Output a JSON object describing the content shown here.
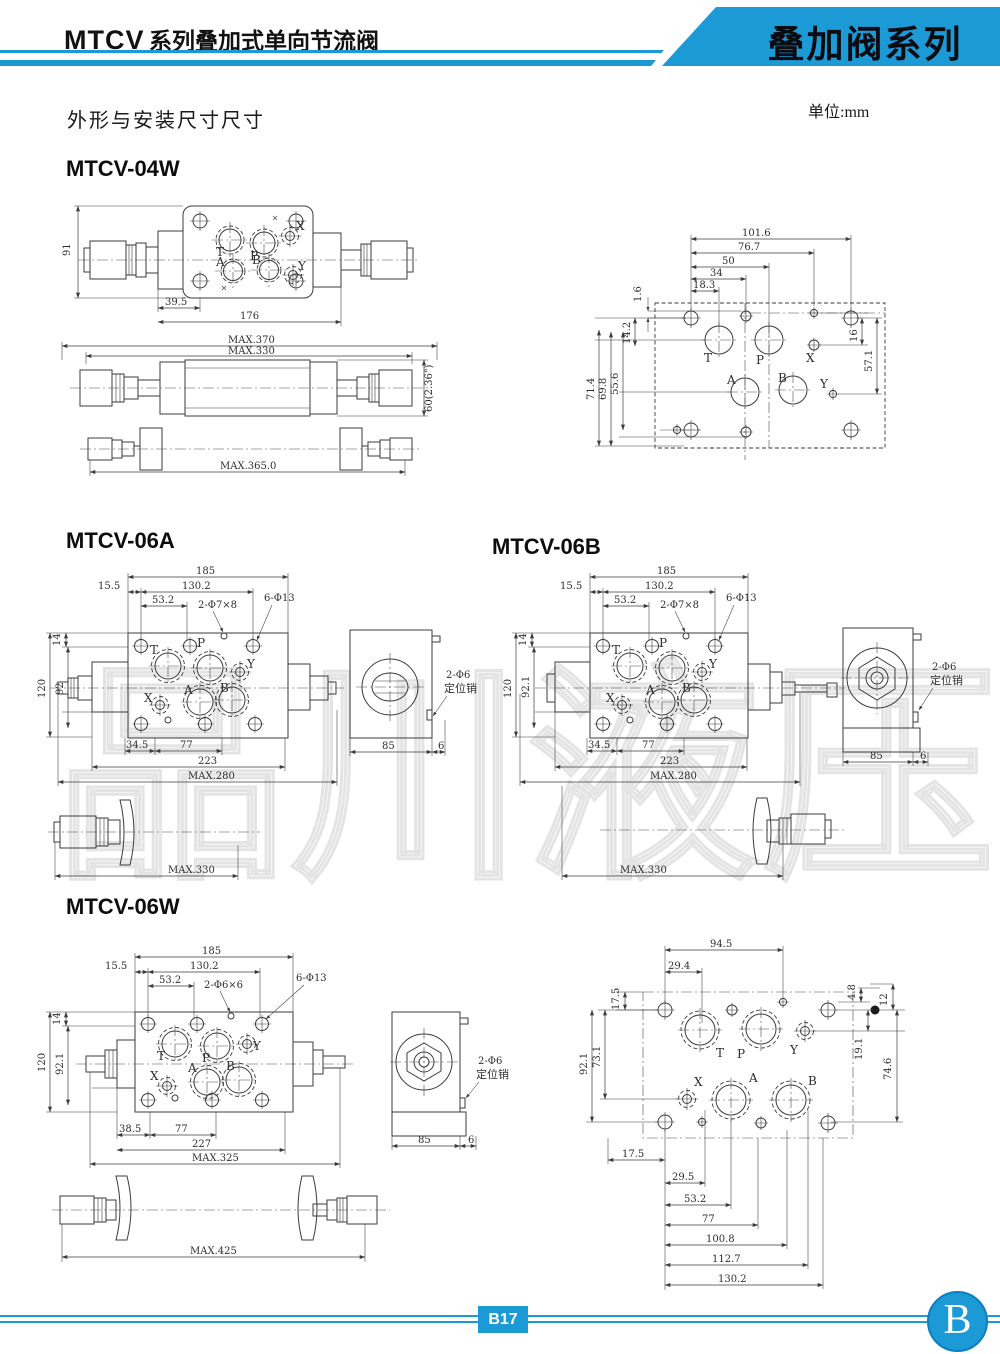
{
  "header": {
    "model": "MTCV",
    "title_suffix": "系列叠加式单向节流阀",
    "series_badge": "叠加阀系列",
    "subtitle": "外形与安装尺寸尺寸",
    "unit": "单位:mm"
  },
  "colors": {
    "accent": "#1b9ad6"
  },
  "watermark": "品川液压",
  "ports": {
    "t": "T",
    "p": "P",
    "a": "A",
    "b": "B",
    "x": "X",
    "y": "Y"
  },
  "s04w": {
    "title": "MTCV-04W",
    "top": {
      "h91": "91",
      "w395": "39.5",
      "w176": "176"
    },
    "side": {
      "max370": "MAX.370",
      "max330": "MAX.330",
      "h60": "60(2.36\")",
      "max365": "MAX.365.0"
    },
    "face": {
      "d1016": "101.6",
      "d767": "76.7",
      "d50": "50",
      "d34": "34",
      "d183": "18.3",
      "d16s": "1.6",
      "d714": "71.4",
      "d698": "69.8",
      "d556": "55.6",
      "d142": "14.2",
      "d16": "16",
      "d571": "57.1"
    }
  },
  "s06a": {
    "title": "MTCV-06A",
    "d185": "185",
    "d155": "15.5",
    "d1302": "130.2",
    "d532": "53.2",
    "dhole": "2-Φ7×8",
    "dbolt": "6-Φ13",
    "d14": "14",
    "d92": "92",
    "d120": "120",
    "d345": "34.5",
    "d77": "77",
    "d223": "223",
    "dmax": "MAX.280",
    "d85": "85",
    "d6": "6",
    "pin1": "2-Φ6",
    "pin2": "定位销",
    "kmax": "MAX.330"
  },
  "s06b": {
    "title": "MTCV-06B",
    "d185": "185",
    "d155": "15.5",
    "d1302": "130.2",
    "d532": "53.2",
    "dhole": "2-Φ7×8",
    "dbolt": "6-Φ13",
    "d14": "14",
    "d92": "92.1",
    "d120": "120",
    "d345": "34.5",
    "d77": "77",
    "d223": "223",
    "dmax": "MAX.280",
    "d85": "85",
    "d6": "6",
    "pin1": "2-Φ6",
    "pin2": "定位销",
    "kmax": "MAX.330"
  },
  "s06w": {
    "title": "MTCV-06W",
    "d185": "185",
    "d155": "15.5",
    "d1302": "130.2",
    "d532": "53.2",
    "dhole": "2-Φ6×6",
    "dbolt": "6-Φ13",
    "d14": "14",
    "d92": "92.1",
    "d120": "120",
    "d385": "38.5",
    "d77": "77",
    "d227": "227",
    "dmax": "MAX.325",
    "d85": "85",
    "d6": "6",
    "pin1": "2-Φ6",
    "pin2": "定位销",
    "kmax": "MAX.425"
  },
  "s06wface": {
    "d945": "94.5",
    "d294": "29.4",
    "d175l": "17.5",
    "d731": "73.1",
    "d921": "92.1",
    "d48": "4.8",
    "d12": "12",
    "d191": "19.1",
    "d746": "74.6",
    "d175b": "17.5",
    "d295": "29.5",
    "d532": "53.2",
    "d77": "77",
    "d1008": "100.8",
    "d1127": "112.7",
    "d1302": "130.2"
  },
  "footer": {
    "page": "B17",
    "tab": "B"
  }
}
